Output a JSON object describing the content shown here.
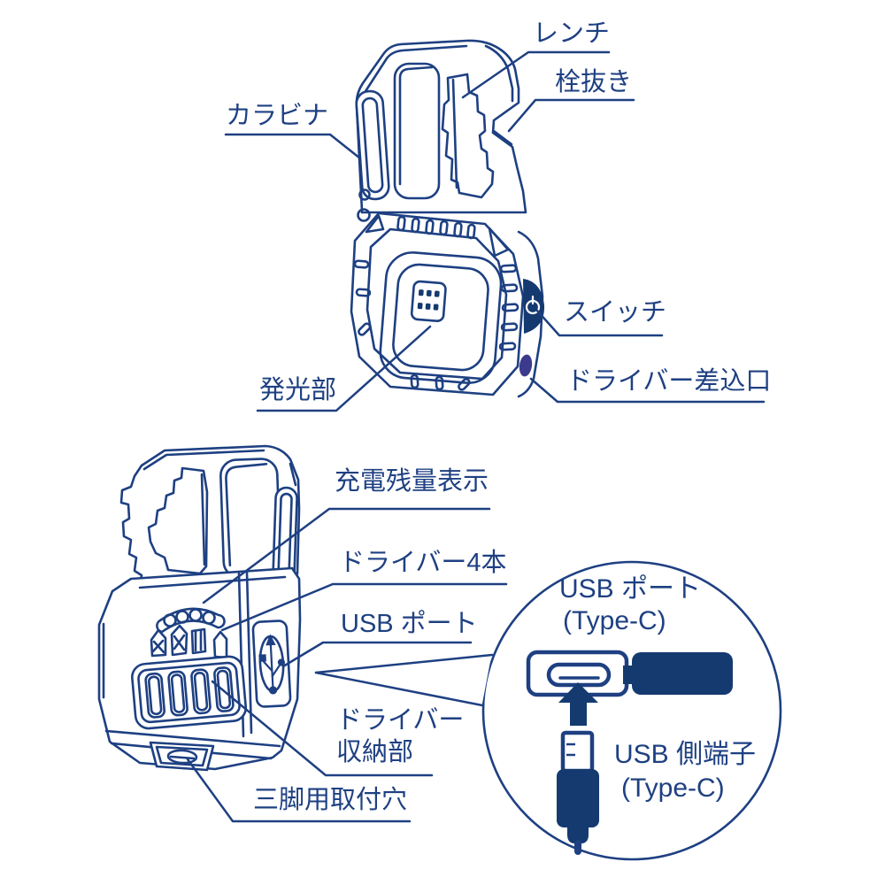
{
  "colors": {
    "ink": "#1e4082",
    "fill_navy": "#143a70",
    "port_accent": "#3c3a8c",
    "background": "#ffffff"
  },
  "front_view": {
    "labels": {
      "wrench": "レンチ",
      "bottle_opener": "栓抜き",
      "carabiner": "カラビナ",
      "switch": "スイッチ",
      "driver_socket": "ドライバー差込口",
      "light_unit": "発光部"
    }
  },
  "back_view": {
    "labels": {
      "charge_indicator": "充電残量表示",
      "drivers": "ドライバー4本",
      "usb_port": "USB ポート",
      "driver_storage_line1": "ドライバー",
      "driver_storage_line2": "収納部",
      "tripod_hole": "三脚用取付穴"
    }
  },
  "inset": {
    "labels": {
      "port_title": "USB ポート",
      "port_type": "(Type-C)",
      "plug_title": "USB 側端子",
      "plug_type": "(Type-C)"
    }
  },
  "icons": {
    "power_icon": "⏻",
    "usb_icon": "USB trident",
    "arrow_up_icon": "▲"
  }
}
